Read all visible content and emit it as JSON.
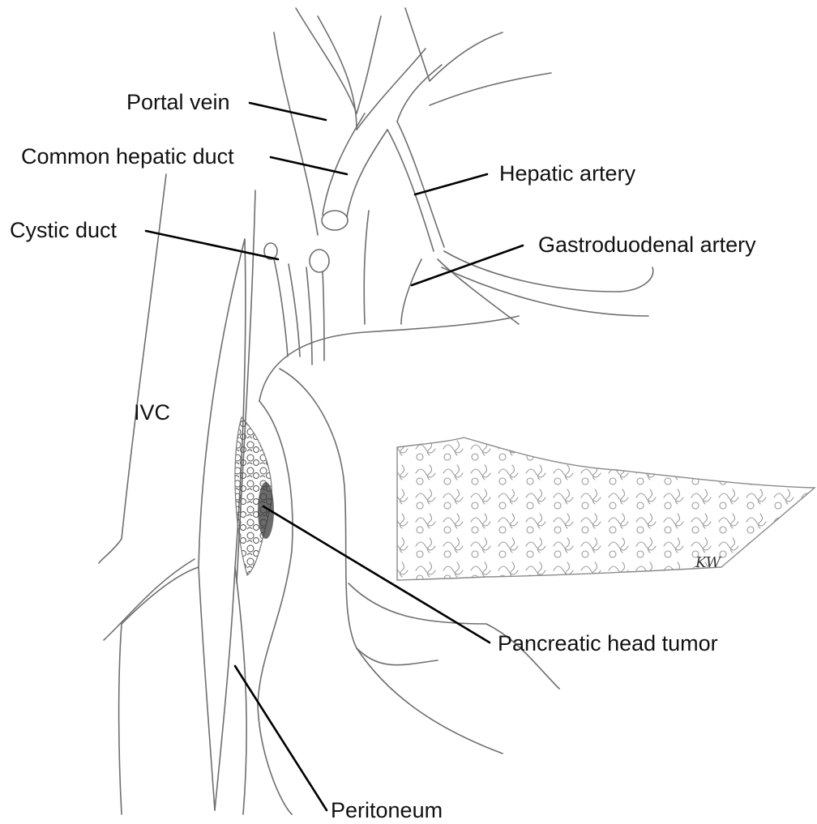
{
  "labels": {
    "portal_vein": "Portal vein",
    "common_hepatic_duct": "Common hepatic duct",
    "hepatic_artery": "Hepatic artery",
    "cystic_duct": "Cystic duct",
    "gastroduodenal_artery": "Gastroduodenal artery",
    "ivc": "IVC",
    "pancreatic_head_tumor": "Pancreatic head tumor",
    "peritoneum": "Peritoneum"
  },
  "signature": "KW"
}
